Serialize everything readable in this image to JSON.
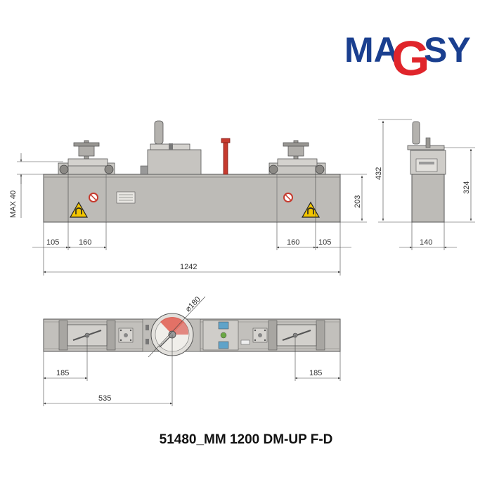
{
  "logo": {
    "left": "MA",
    "g": "G",
    "right": "SY",
    "colors": {
      "blue": "#1a3f8f",
      "red": "#e0252b"
    }
  },
  "front_view": {
    "dims": {
      "max": "MAX 40",
      "d203": "203",
      "d105_left": "105",
      "d160_left": "160",
      "d160_right": "160",
      "d105_right": "105",
      "d1242": "1242"
    }
  },
  "side_view": {
    "dims": {
      "d432": "432",
      "d324": "324",
      "d140": "140"
    }
  },
  "top_view": {
    "dims": {
      "diameter": "⌀180",
      "d185_left": "185",
      "d185_right": "185",
      "d535": "535"
    }
  },
  "caption": "51480_MM 1200 DM-UP F-D",
  "colors": {
    "body": "#b9b7b3",
    "body_dark": "#a4a29e",
    "handle_red": "#c63a2e",
    "warning_yellow": "#f2c500",
    "dim_line": "#444444"
  }
}
